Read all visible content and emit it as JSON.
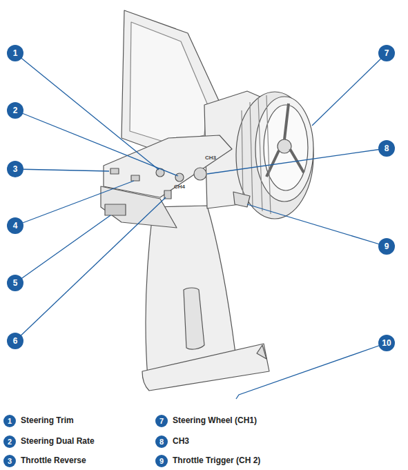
{
  "diagram": {
    "nodes": [
      {
        "text": [
          "1"
        ]
      },
      {
        "text": [
          "2"
        ]
      },
      {
        "text": [
          "3"
        ]
      },
      {
        "text": [
          "4"
        ]
      },
      {
        "text": [
          "5"
        ]
      },
      {
        "text": [
          "6"
        ]
      },
      {
        "text": [
          "7"
        ]
      },
      {
        "text": [
          "8"
        ]
      },
      {
        "text": [
          "9"
        ]
      },
      {
        "text": [
          "10"
        ]
      },
      {
        "text": [
          "1"
        ]
      },
      {
        "text": [
          "7"
        ]
      },
      {
        "text": [
          "2"
        ]
      },
      {
        "text": [
          "8"
        ]
      },
      {
        "text": [
          "3"
        ]
      },
      {
        "text": [
          "9"
        ]
      }
    ],
    "labels": [
      "CH3",
      "CH4",
      "Steering Trim",
      "Steering Wheel (CH1)",
      "Steering Dual Rate",
      "CH3",
      "Throttle Reverse",
      "Throttle Trigger (CH 2)"
    ]
  }
}
